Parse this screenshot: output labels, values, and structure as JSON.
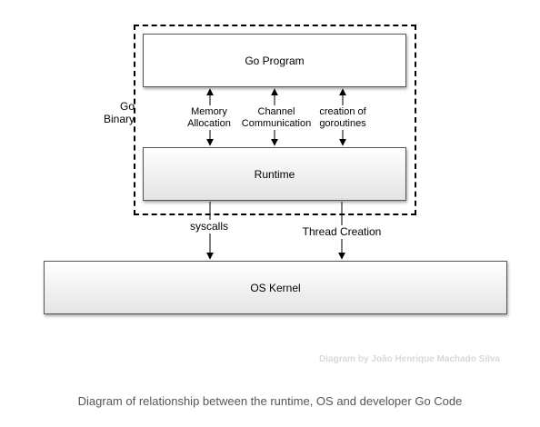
{
  "diagram": {
    "nodes": {
      "go_program": "Go Program",
      "runtime": "Runtime",
      "os_kernel": "OS Kernel"
    },
    "group_label": [
      "Go",
      "Binary"
    ],
    "edge_labels": {
      "memory": [
        "Memory",
        "Allocation"
      ],
      "channel": [
        "Channel",
        "Communication"
      ],
      "goroutines": [
        "creation of",
        "goroutines"
      ],
      "syscalls": "syscalls",
      "thread": "Thread Creation"
    },
    "credit": "Diagram by João Henrique Machado Silva"
  },
  "caption": "Diagram of relationship between the runtime, OS and developer Go Code"
}
